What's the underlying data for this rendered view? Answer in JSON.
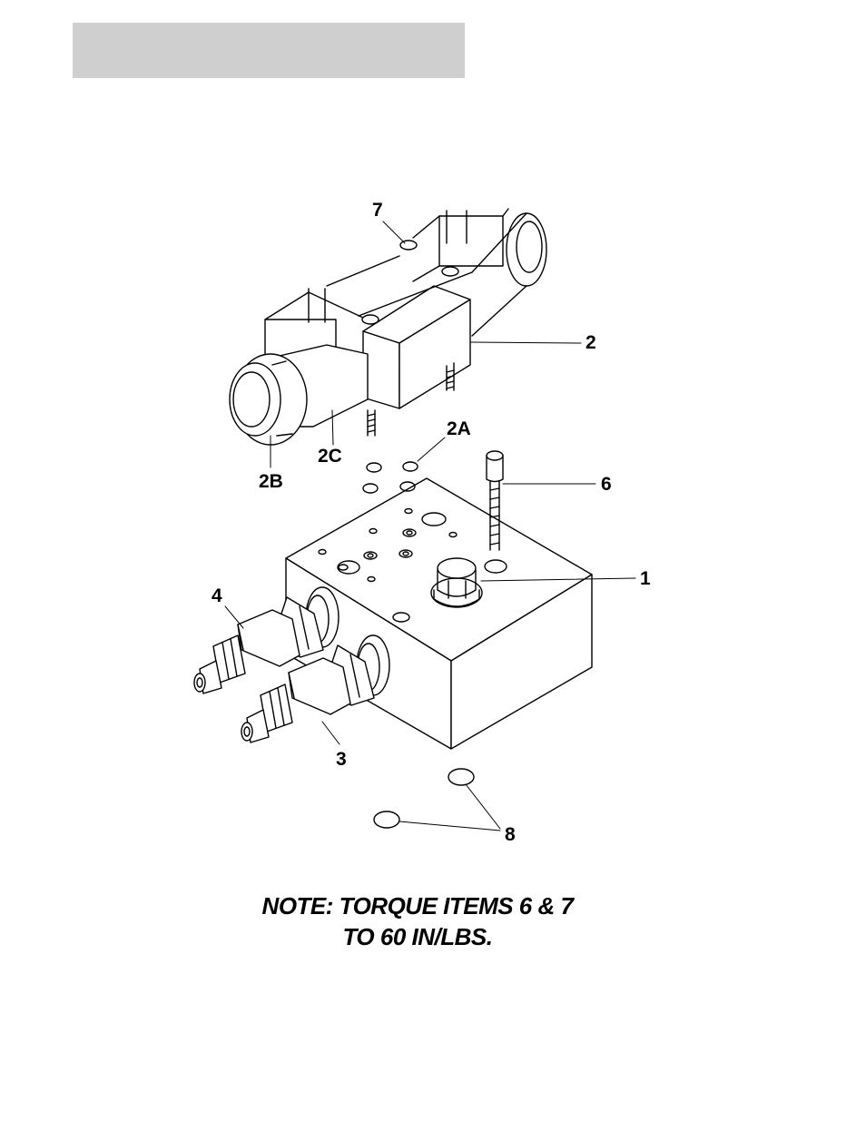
{
  "header": {
    "bar_color": "#cfcfcf"
  },
  "callouts": {
    "c1": "1",
    "c2": "2",
    "c2A": "2A",
    "c2B": "2B",
    "c2C": "2C",
    "c3": "3",
    "c4": "4",
    "c6": "6",
    "c7": "7",
    "c8": "8"
  },
  "note": {
    "line1": "NOTE: TORQUE ITEMS 6 & 7",
    "line2": "TO 60 IN/LBS."
  }
}
